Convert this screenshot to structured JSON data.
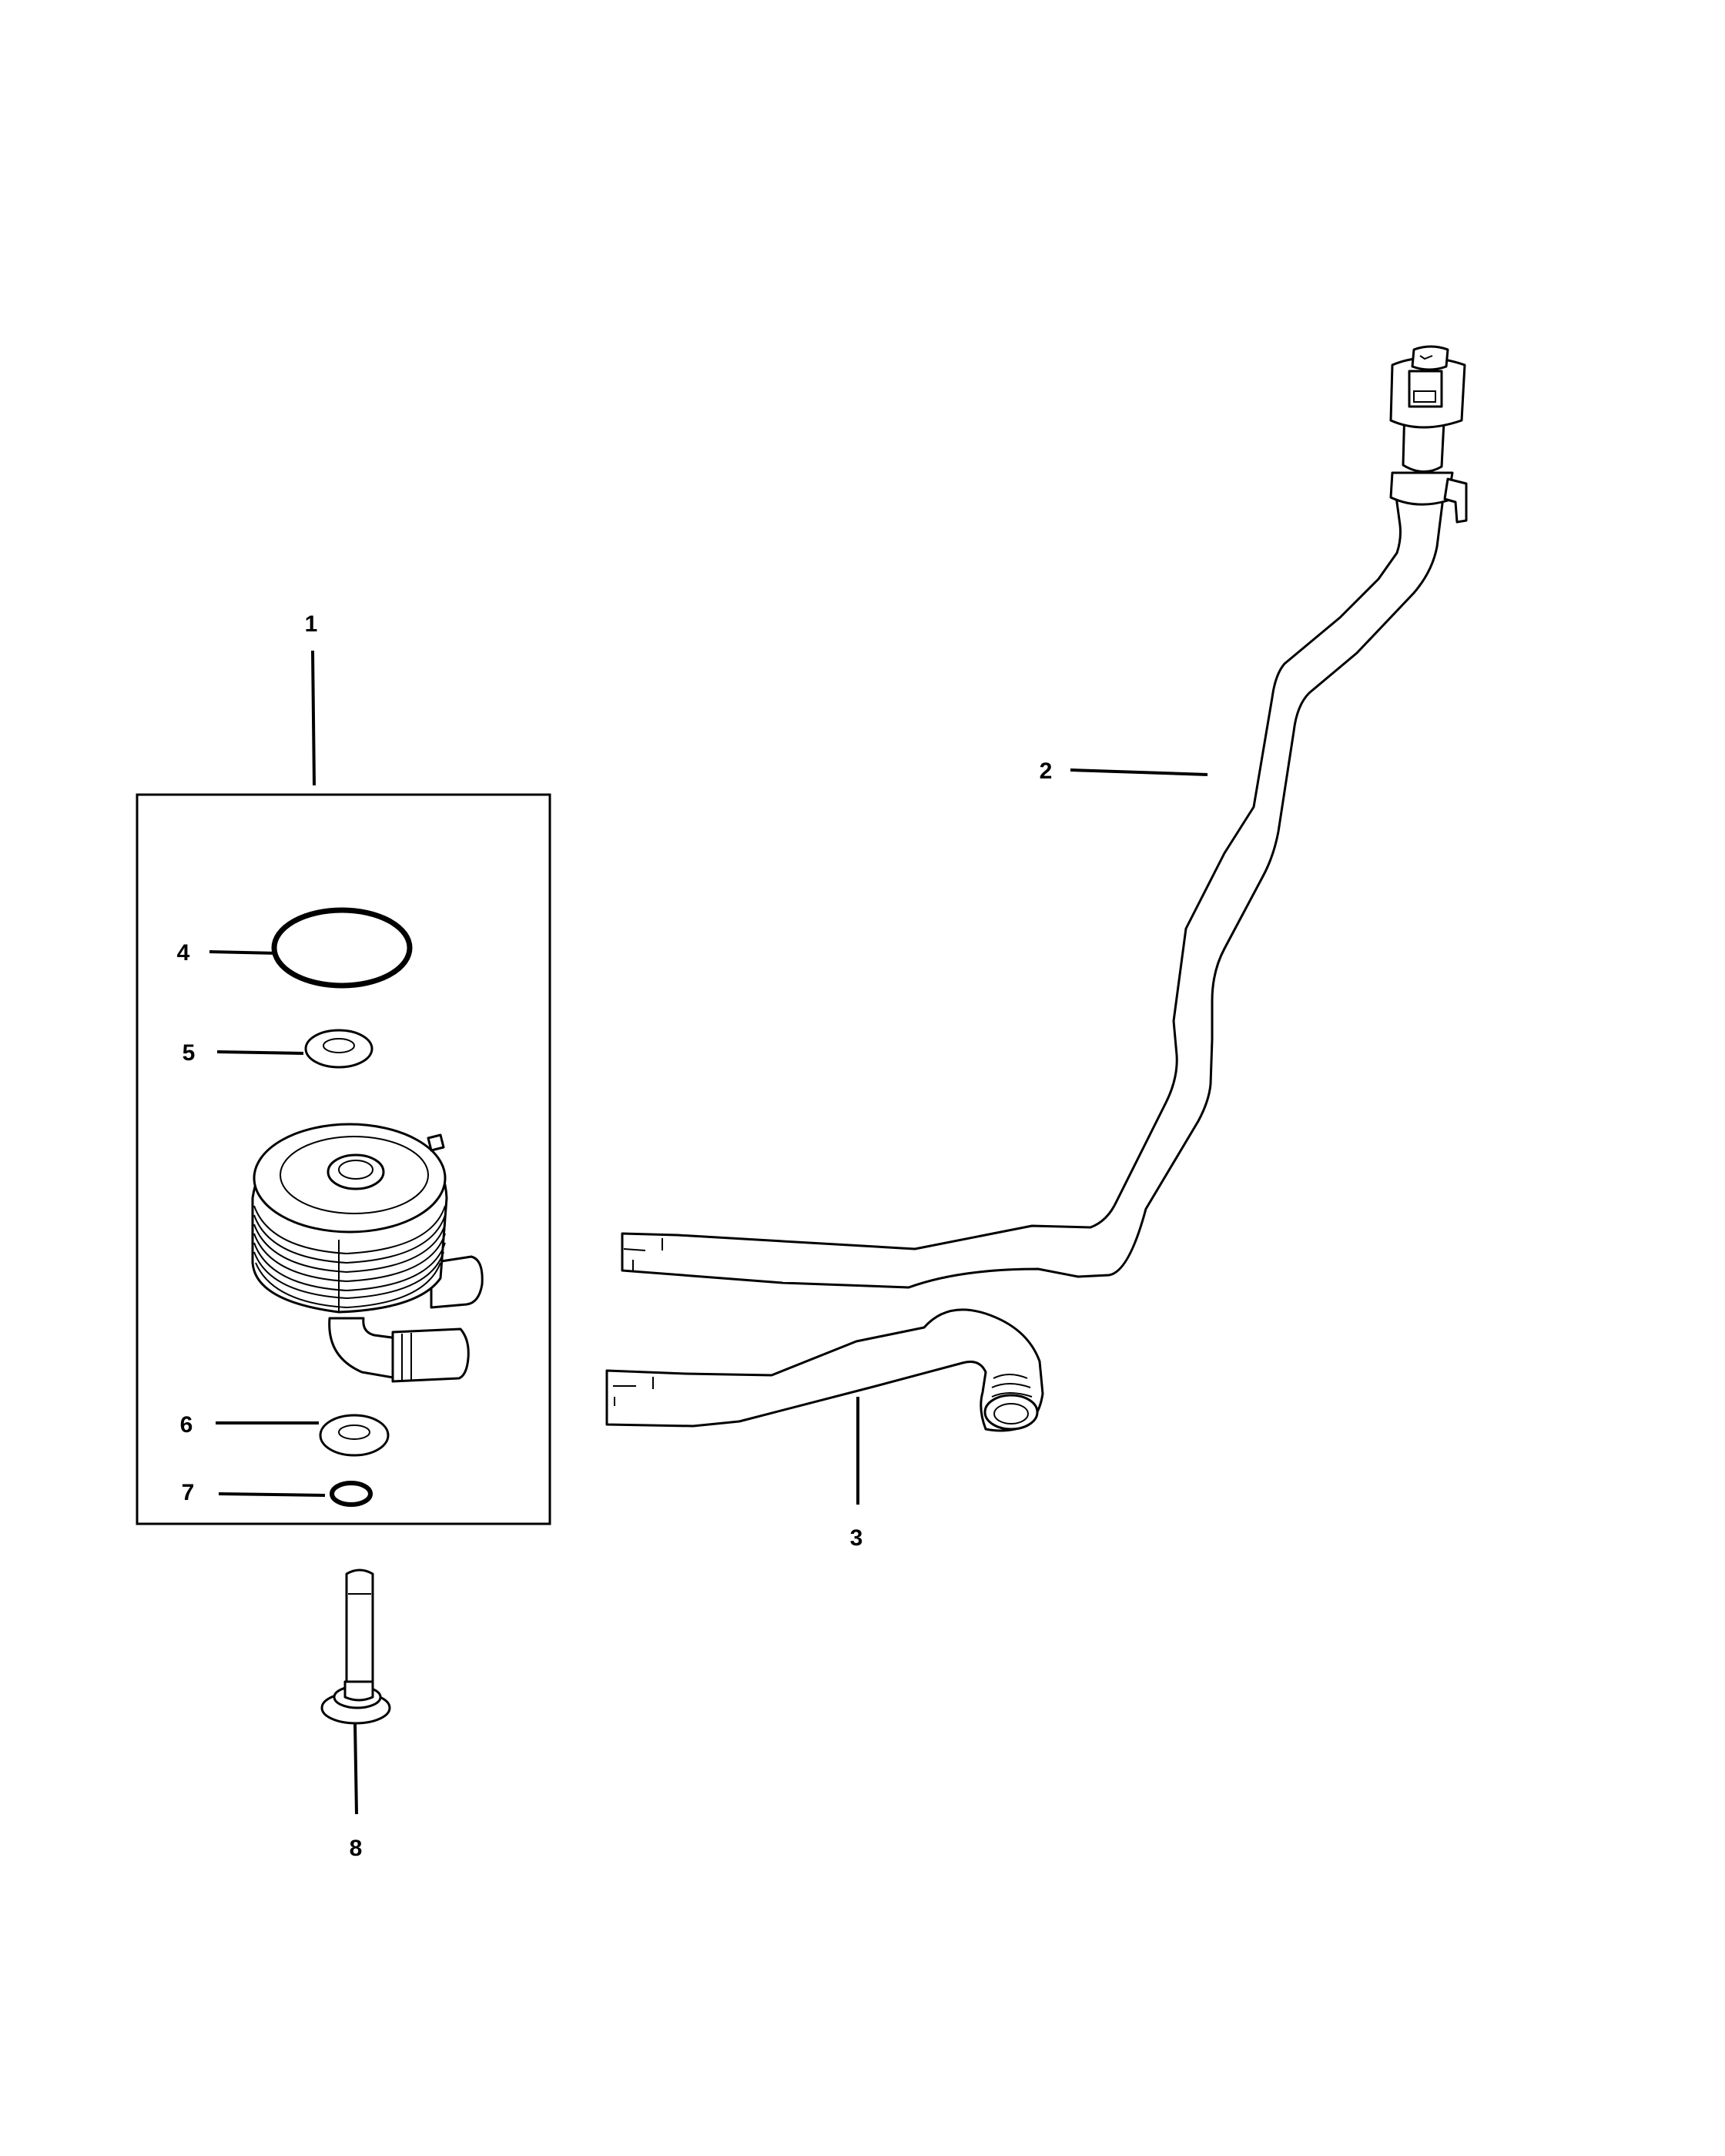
{
  "diagram": {
    "callouts": [
      "1",
      "2",
      "3",
      "4",
      "5",
      "6",
      "7",
      "8"
    ]
  }
}
